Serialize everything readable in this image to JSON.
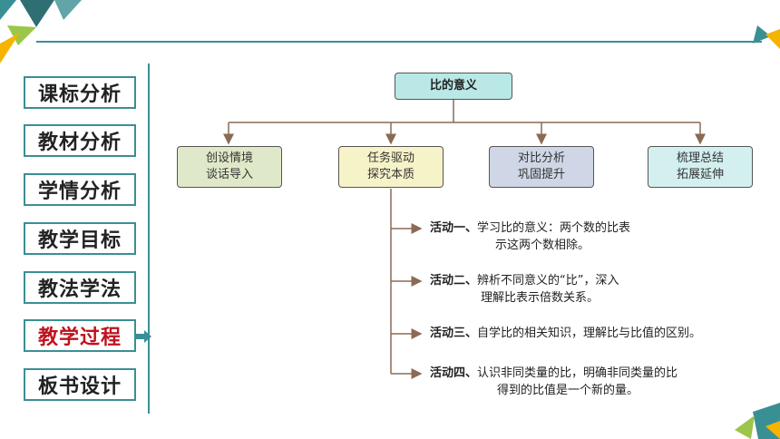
{
  "nav": {
    "items": [
      {
        "label": "课标分析"
      },
      {
        "label": "教材分析"
      },
      {
        "label": "学情分析"
      },
      {
        "label": "教学目标"
      },
      {
        "label": "教法学法"
      },
      {
        "label": "教学过程"
      },
      {
        "label": "板书设计"
      }
    ],
    "active_index": 5
  },
  "diagram": {
    "root": "比的意义",
    "stages": [
      {
        "line1": "创设情境",
        "line2": "谈话导入"
      },
      {
        "line1": "任务驱动",
        "line2": "探究本质"
      },
      {
        "line1": "对比分析",
        "line2": "巩固提升"
      },
      {
        "line1": "梳理总结",
        "line2": "拓展延伸"
      }
    ],
    "activities": [
      {
        "title": "活动一、",
        "line1": "学习比的意义：两个数的比表",
        "line2": "示这两个数相除。"
      },
      {
        "title": "活动二、",
        "line1": "辨析不同意义的“比”，深入",
        "line2": "理解比表示倍数关系。"
      },
      {
        "title": "活动三、",
        "line1": "自学比的相关知识，理解比与比值的区别。",
        "line2": ""
      },
      {
        "title": "活动四、",
        "line1": "认识非同类量的比，明确非同类量的比",
        "line2": "得到的比值是一个新的量。"
      }
    ]
  },
  "colors": {
    "accent": "#3a8f94",
    "active_text": "#c0121f",
    "root_fill": "#b9e8e6",
    "stage_fill_1": "#dfe9c9",
    "stage_fill_2": "#f7f3c9",
    "stage_fill_3": "#cfd7e6",
    "stage_fill_4": "#d3eff0"
  }
}
